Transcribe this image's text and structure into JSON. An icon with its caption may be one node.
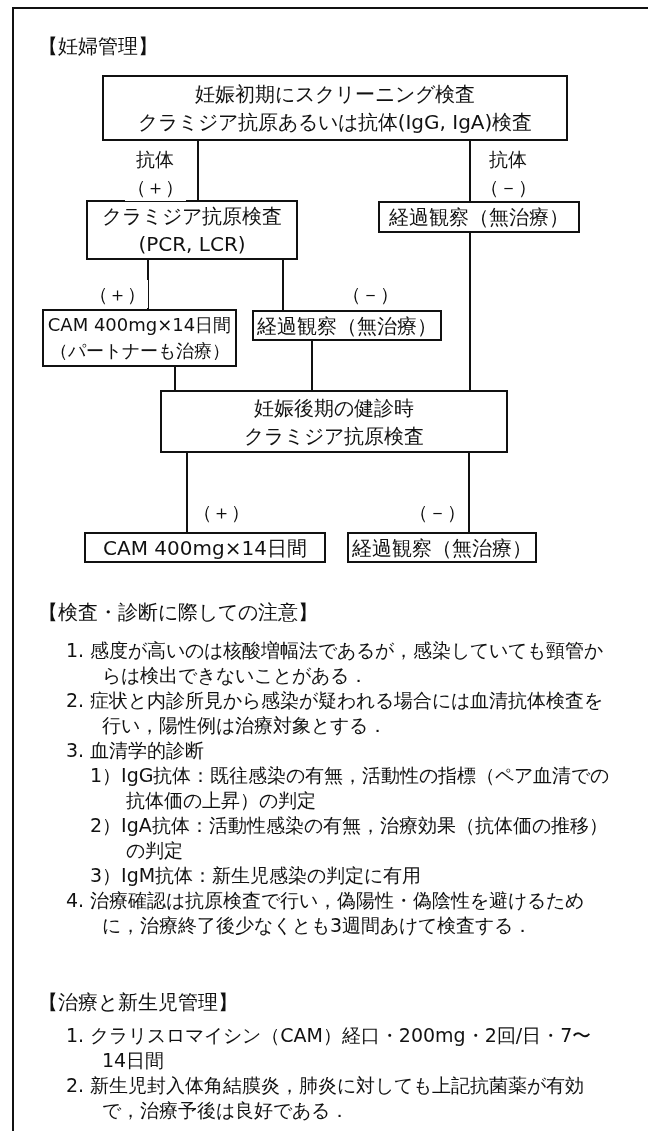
{
  "diagram": {
    "title": "【妊婦管理】",
    "nodes": [
      {
        "text": [
          "妊娠初期にスクリーニング検査",
          "クラミジア抗原あるいは抗体(IgG, IgA)検査"
        ]
      },
      {
        "text": [
          "クラミジア抗原検査",
          "(PCR, LCR)"
        ]
      },
      {
        "text": [
          "経過観察（無治療）"
        ]
      },
      {
        "text": [
          "CAM 400mg×14日間",
          "（パートナーも治療）"
        ]
      },
      {
        "text": [
          "経過観察（無治療）"
        ]
      },
      {
        "text": [
          "妊娠後期の健診時",
          "クラミジア抗原検査"
        ]
      },
      {
        "text": [
          "CAM 400mg×14日間"
        ]
      },
      {
        "text": [
          "経過観察（無治療）"
        ]
      }
    ],
    "edges": [
      {
        "from": 0,
        "to": 1,
        "arrow": "none",
        "label": "抗体（＋）"
      },
      {
        "from": 0,
        "to": 2,
        "arrow": "none",
        "label": "抗体（－）"
      },
      {
        "from": 1,
        "to": 3,
        "arrow": "none",
        "label": "（＋）"
      },
      {
        "from": 1,
        "to": 4,
        "arrow": "none",
        "label": "（－）"
      },
      {
        "from": 3,
        "to": 5,
        "arrow": "none"
      },
      {
        "from": 4,
        "to": 5,
        "arrow": "none"
      },
      {
        "from": 2,
        "to": 5,
        "arrow": "none"
      },
      {
        "from": 5,
        "to": 6,
        "arrow": "none",
        "label": "（＋）"
      },
      {
        "from": 5,
        "to": 7,
        "arrow": "none",
        "label": "（－）"
      }
    ],
    "labels": [
      "【検査・診断に際しての注意】",
      "1. 感度が高いのは核酸増幅法であるが，感染していても頸管からは検出できないことがある．",
      "2. 症状と内診所見から感染が疑われる場合には血清抗体検査を行い，陽性例は治療対象とする．",
      "3. 血清学的診断",
      "1）IgG抗体：既往感染の有無，活動性の指標（ペア血清での抗体価の上昇）の判定",
      "2）IgA抗体：活動性感染の有無，治療効果（抗体価の推移）の判定",
      "3）IgM抗体：新生児感染の判定に有用",
      "4. 治療確認は抗原検査で行い，偽陽性・偽陰性を避けるために，治療終了後少なくとも3週間あけて検査する．",
      "【治療と新生児管理】",
      "1. クラリスロマイシン（CAM）経口・200mg・2回/日・7〜14日間",
      "2. 新生児封入体角結膜炎，肺炎に対しても上記抗菌薬が有効で，治療予後は良好である．"
    ]
  }
}
